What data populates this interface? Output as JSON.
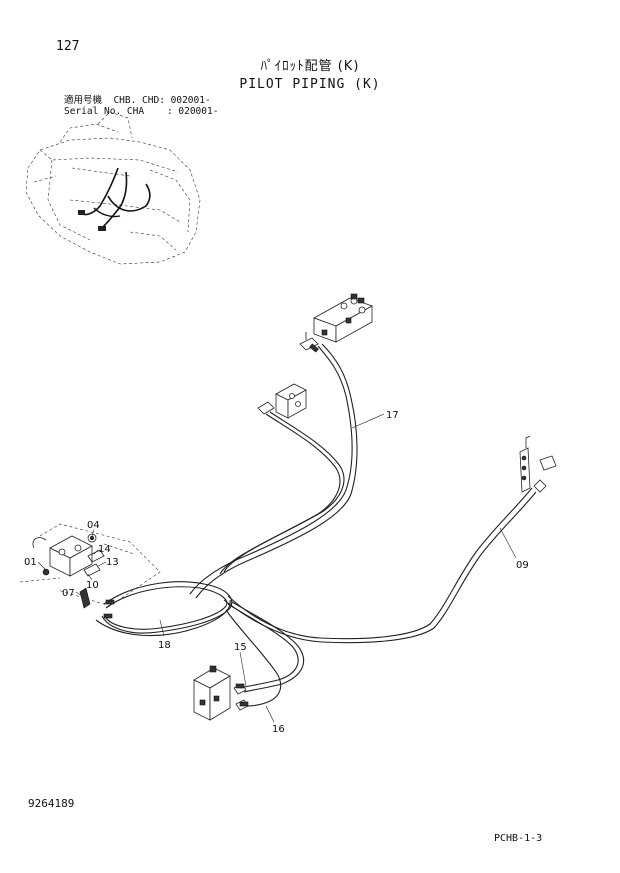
{
  "header": {
    "page_number": "127",
    "title_jp": "ﾊﾟｲﾛｯﾄ配管 (K)",
    "title_en": "PILOT PIPING (K)",
    "serial_line1": "適用号機  CHB. CHD: 002001-",
    "serial_line2": "Serial No. CHA    : 020001-"
  },
  "callouts": [
    {
      "id": "17",
      "label": "17"
    },
    {
      "id": "09",
      "label": "09"
    },
    {
      "id": "04",
      "label": "04"
    },
    {
      "id": "14",
      "label": "14"
    },
    {
      "id": "13",
      "label": "13"
    },
    {
      "id": "01",
      "label": "01"
    },
    {
      "id": "10",
      "label": "10"
    },
    {
      "id": "07",
      "label": "07"
    },
    {
      "id": "18",
      "label": "18"
    },
    {
      "id": "15",
      "label": "15"
    },
    {
      "id": "16",
      "label": "16"
    }
  ],
  "footer": {
    "drawing_number": "9264189",
    "sheet_code": "PCHB-1-3"
  }
}
